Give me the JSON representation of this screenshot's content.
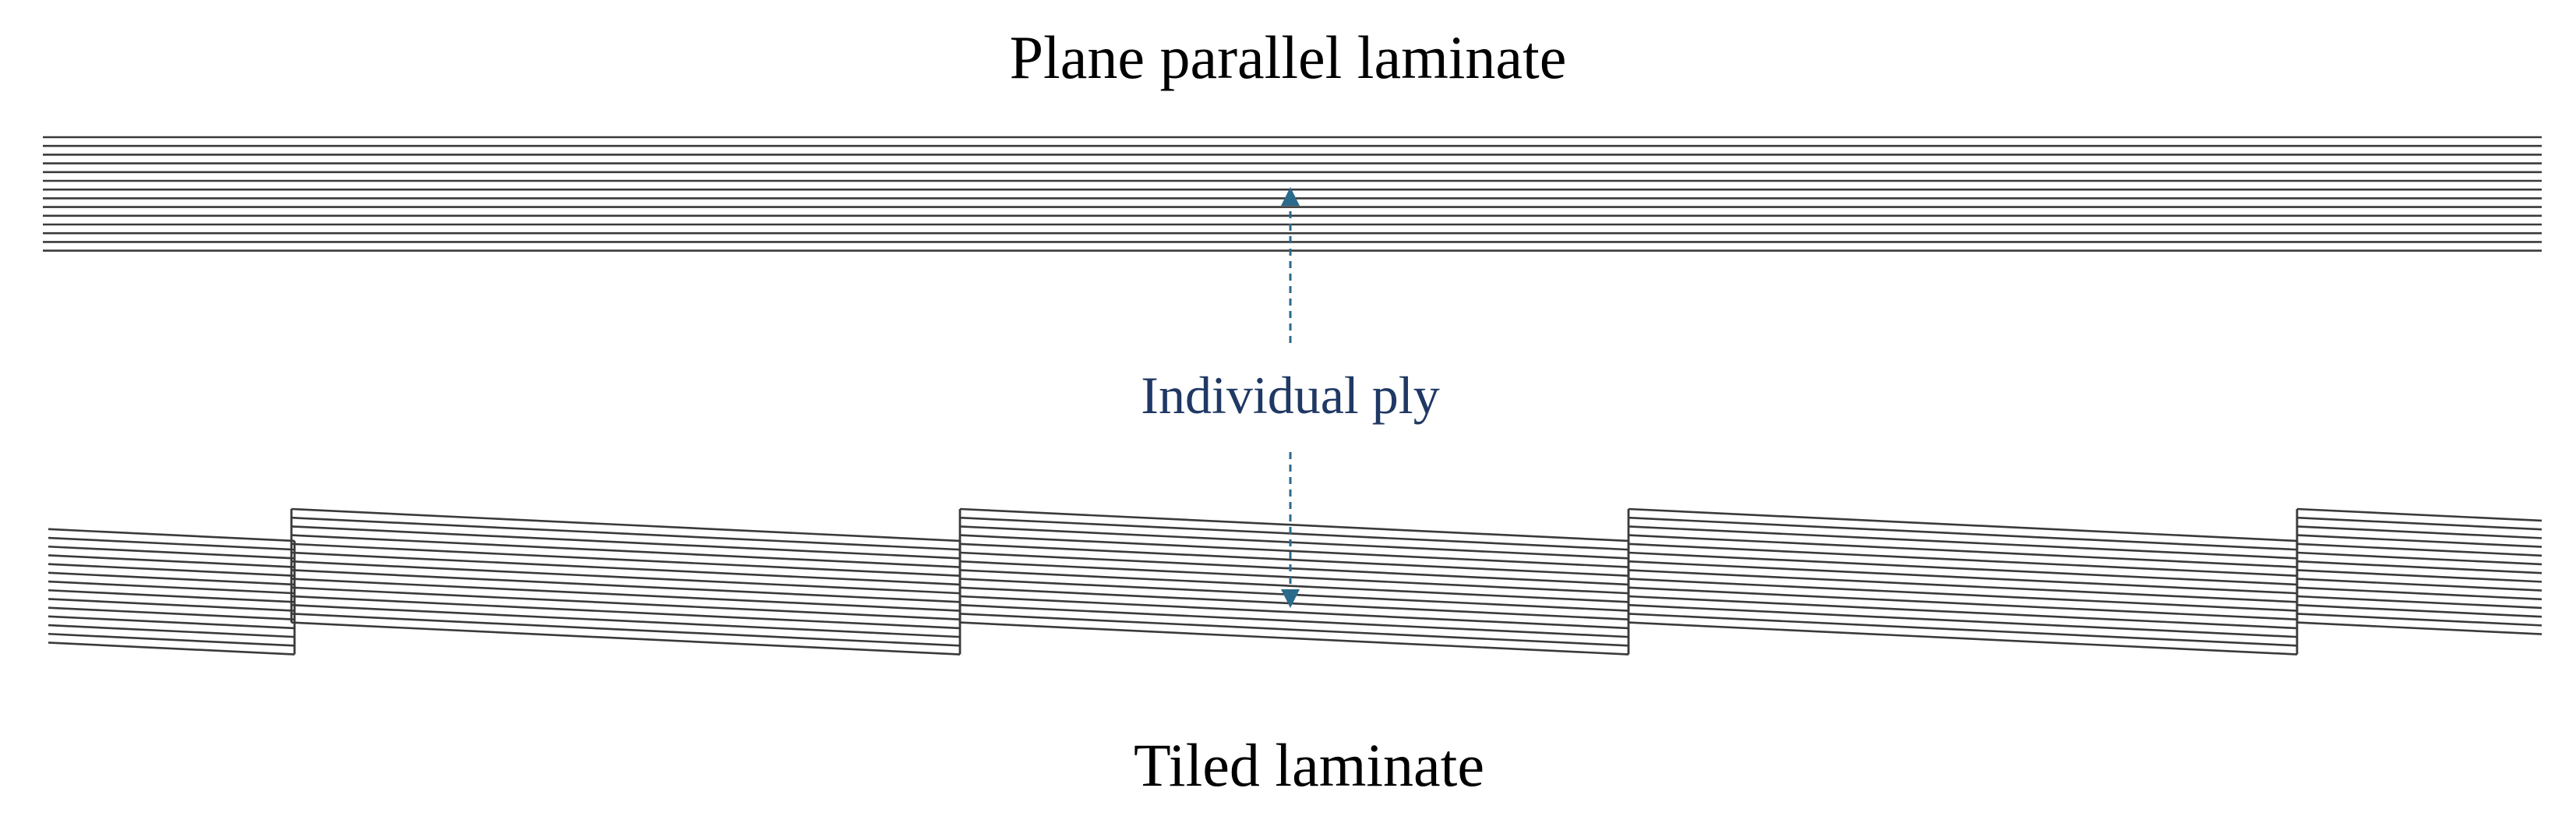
{
  "title_top": "Plane parallel laminate",
  "title_bottom": "Tiled laminate",
  "annotation": "Individual ply",
  "colors": {
    "ply_line": "#3a3a3a",
    "annotation_text": "#1f3864",
    "arrow": "#2b6a8a"
  }
}
